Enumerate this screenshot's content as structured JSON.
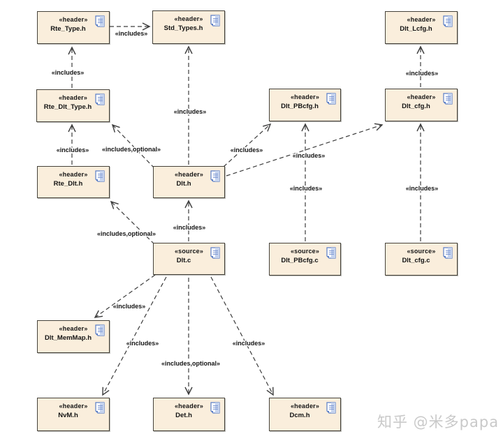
{
  "palette": {
    "background": "#ffffff",
    "node_fill": "#faeedc",
    "node_border": "#45423a",
    "edge_color": "#3c3c3c",
    "label_color": "#141414",
    "icon_blue": "#5b7ec6",
    "icon_light": "#c5d3ee",
    "watermark_color": "#c9c9c9"
  },
  "nodes": [
    {
      "stereotype": "«header»",
      "name": "Rte_Type.h"
    },
    {
      "stereotype": "«header»",
      "name": "Std_Types.h"
    },
    {
      "stereotype": "«header»",
      "name": "Dlt_Lcfg.h"
    },
    {
      "stereotype": "«header»",
      "name": "Rte_Dlt_Type.h"
    },
    {
      "stereotype": "«header»",
      "name": "Dlt_PBcfg.h"
    },
    {
      "stereotype": "«header»",
      "name": "Dlt_cfg.h"
    },
    {
      "stereotype": "«header»",
      "name": "Rte_Dlt.h"
    },
    {
      "stereotype": "«header»",
      "name": "Dlt.h"
    },
    {
      "stereotype": "«source»",
      "name": "Dlt.c"
    },
    {
      "stereotype": "«source»",
      "name": "Dlt_PBcfg.c"
    },
    {
      "stereotype": "«source»",
      "name": "Dlt_cfg.c"
    },
    {
      "stereotype": "«header»",
      "name": "Dlt_MemMap.h"
    },
    {
      "stereotype": "«header»",
      "name": "NvM.h"
    },
    {
      "stereotype": "«header»",
      "name": "Det.h"
    },
    {
      "stereotype": "«header»",
      "name": "Dcm.h"
    }
  ],
  "edges": [
    {
      "from": "Rte_Type.h",
      "to": "Std_Types.h",
      "label": "«includes»"
    },
    {
      "from": "Rte_Dlt_Type.h",
      "to": "Rte_Type.h",
      "label": "«includes»"
    },
    {
      "from": "Dlt.h",
      "to": "Std_Types.h",
      "label": "«includes»"
    },
    {
      "from": "Dlt_cfg.h",
      "to": "Dlt_Lcfg.h",
      "label": "«includes»"
    },
    {
      "from": "Rte_Dlt.h",
      "to": "Rte_Dlt_Type.h",
      "label": "«includes»"
    },
    {
      "from": "Dlt.h",
      "to": "Rte_Dlt_Type.h",
      "label": "«includes,optional»"
    },
    {
      "from": "Dlt.h",
      "to": "Dlt_PBcfg.h",
      "label": "«includes»"
    },
    {
      "from": "Dlt.h",
      "to": "Dlt_cfg.h",
      "label": "«includes»"
    },
    {
      "from": "Dlt_PBcfg.c",
      "to": "Dlt_PBcfg.h",
      "label": "«includes»"
    },
    {
      "from": "Dlt_cfg.c",
      "to": "Dlt_cfg.h",
      "label": "«includes»"
    },
    {
      "from": "Dlt.c",
      "to": "Dlt.h",
      "label": "«includes»"
    },
    {
      "from": "Dlt.c",
      "to": "Rte_Dlt.h",
      "label": "«includes,optional»"
    },
    {
      "from": "Dlt.c",
      "to": "Dlt_MemMap.h",
      "label": "«includes»"
    },
    {
      "from": "Dlt.c",
      "to": "NvM.h",
      "label": "«includes»"
    },
    {
      "from": "Dlt.c",
      "to": "Det.h",
      "label": "«includes,optional»"
    },
    {
      "from": "Dlt.c",
      "to": "Dcm.h",
      "label": "«includes»"
    }
  ],
  "watermark": {
    "text": "知乎 @米多papa",
    "color": "#c9c9c9"
  }
}
